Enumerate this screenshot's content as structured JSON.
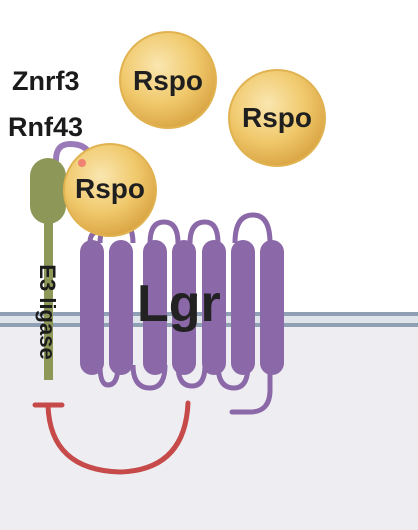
{
  "labels": {
    "znrf3": "Znrf3",
    "rnf43": "Rnf43",
    "rspo": "Rspo",
    "lgr": "Lgr",
    "e3_ligase": "E3 ligase"
  },
  "colors": {
    "rspo_fill": "#efc66a",
    "rspo_edge": "#d8a63f",
    "lgr": "#8b68a8",
    "ligase": "#8d9858",
    "membrane": "#8fa0b4",
    "inhibition": "#c64a4a",
    "cytoplasm": "#eeeef2"
  }
}
